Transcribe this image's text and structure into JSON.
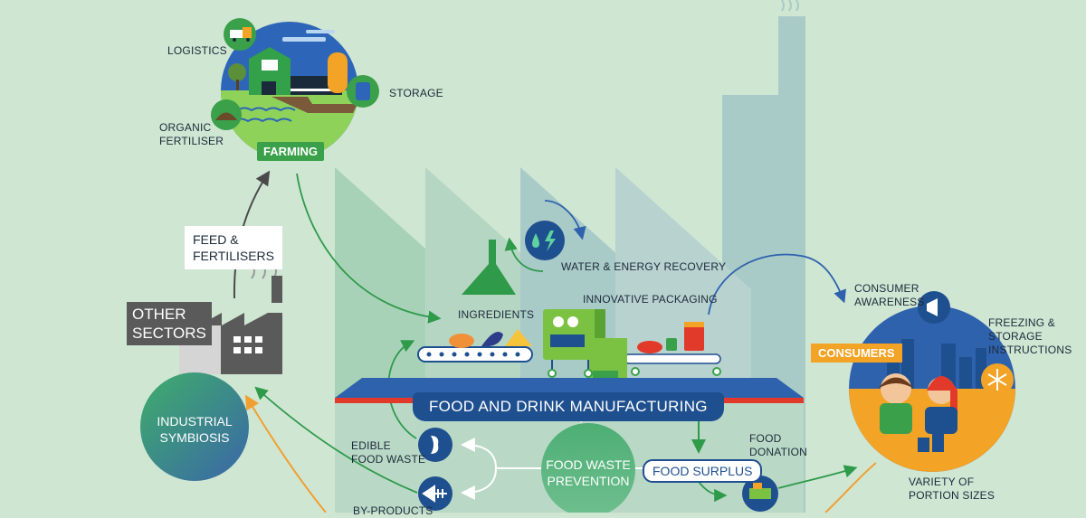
{
  "farming": {
    "badge": "FARMING",
    "logistics": "LOGISTICS",
    "storage": "STORAGE",
    "organic_fertiliser_line1": "ORGANIC",
    "organic_fertiliser_line2": "FERTILISER"
  },
  "feed_box": {
    "line1": "FEED &",
    "line2": "FERTILISERS"
  },
  "other_sectors": {
    "line1": "OTHER",
    "line2": "SECTORS"
  },
  "industrial_symbiosis": {
    "line1": "INDUSTRIAL",
    "line2": "SYMBIOSIS"
  },
  "manufacturing": {
    "banner": "FOOD AND DRINK MANUFACTURING",
    "ingredients": "INGREDIENTS",
    "innovative_packaging": "INNOVATIVE PACKAGING",
    "water_energy": "WATER & ENERGY RECOVERY"
  },
  "waste": {
    "prevention_line1": "FOOD WASTE",
    "prevention_line2": "PREVENTION",
    "surplus": "FOOD SURPLUS",
    "edible_line1": "EDIBLE",
    "edible_line2": "FOOD WASTE",
    "byproducts": "BY-PRODUCTS",
    "donation_line1": "FOOD",
    "donation_line2": "DONATION"
  },
  "consumers": {
    "badge": "CONSUMERS",
    "awareness_line1": "CONSUMER",
    "awareness_line2": "AWARENESS",
    "freezing_line1": "FREEZING &",
    "freezing_line2": "STORAGE",
    "freezing_line3": "INSTRUCTIONS",
    "portion_line1": "VARIETY OF",
    "portion_line2": "PORTION SIZES"
  },
  "colors": {
    "background": "#cfe6d3",
    "factory_blue": "#1e4f8f",
    "green": "#3aa04a",
    "orange": "#f3a325"
  }
}
